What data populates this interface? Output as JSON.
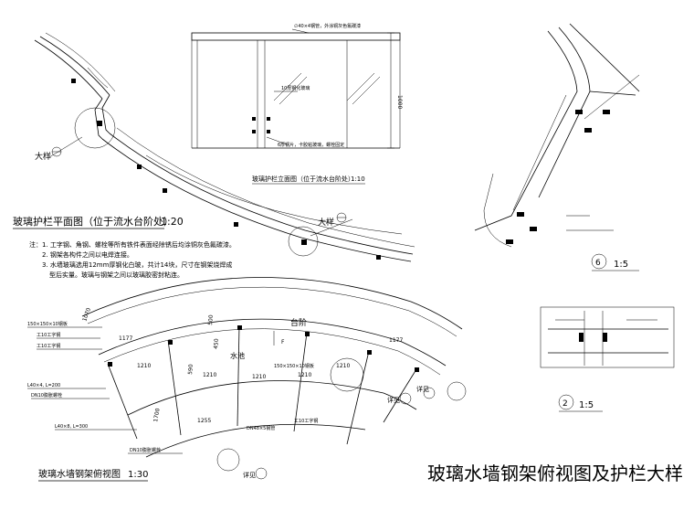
{
  "main_title": "玻璃水墙钢架俯视图及护栏大样",
  "plan_view": {
    "title": "玻璃护栏平面图（位于流水台阶处）",
    "scale": "1:20",
    "detail_callouts": [
      {
        "label": "大样",
        "num": "一"
      },
      {
        "label": "大样",
        "num": "二"
      }
    ]
  },
  "elevation_view": {
    "title": "玻璃护栏立面图（位于流水台阶处）",
    "scale": "1:10",
    "labels": [
      "10厚钢化玻璃",
      "6厚钢片，卡胶粘玻璃，螺栓固定"
    ],
    "top_note": "∅40×4钢管，外涂铜灰色氟碳漆",
    "dim_right": "1000"
  },
  "notes": {
    "lead": "注：",
    "items": [
      "1. 工字钢、角钢、螺栓等所有铁件表面经除锈后均涂铜灰色氟碳漆。",
      "2. 钢架各构件之间以电焊连接。",
      "3. 水墙玻璃选用12mm厚钢化白玻，共计14块，尺寸在钢架烧焊成",
      "型后实量。玻璃与钢架之间以玻璃胶密封粘连。"
    ]
  },
  "frame_view": {
    "title": "玻璃水墙钢架俯视图",
    "scale": "1:30",
    "area_labels": [
      "台阶",
      "水池"
    ],
    "member_labels": [
      "150×150×10钢板",
      "工10工字钢",
      "工10工字钢",
      "L40×4, L=200",
      "DN10膨胀螺栓",
      "L40×8, L=300",
      "DN10膨胀螺栓",
      "150×150×10钢板",
      "DN48×5钢管",
      "工10工字钢"
    ],
    "dims": [
      "1070",
      "1177",
      "1177",
      "1210",
      "1210",
      "1210",
      "1210",
      "1210",
      "1255",
      "1700",
      "500",
      "450",
      "590"
    ],
    "detail_refs": [
      "详见",
      "详见",
      "详见"
    ],
    "arrow_label": "F"
  },
  "detail_6": {
    "num": "6",
    "scale": "1:5"
  },
  "detail_2": {
    "num": "2",
    "scale": "1:5"
  }
}
